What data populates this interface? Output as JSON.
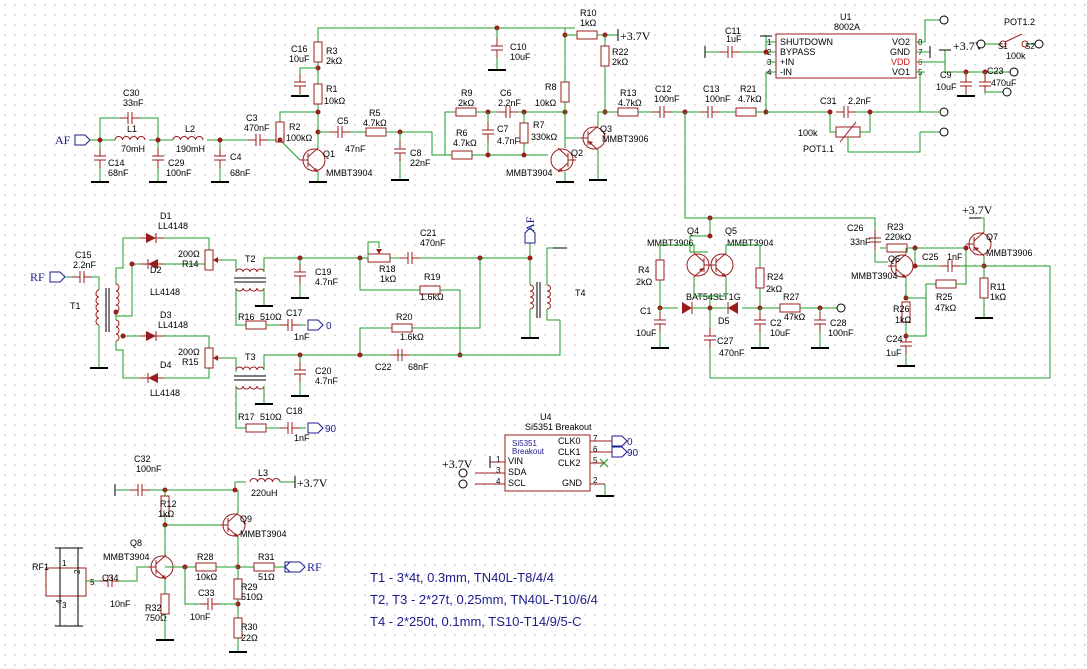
{
  "nets": {
    "af": "AF",
    "rf": "RF",
    "zero": "0",
    "ninety": "90",
    "vcc": "+3.7V"
  },
  "components": {
    "c30": {
      "ref": "C30",
      "val": "33nF"
    },
    "l1": {
      "ref": "L1",
      "val": "70mH"
    },
    "l2": {
      "ref": "L2",
      "val": "190mH"
    },
    "c14": {
      "ref": "C14",
      "val": "68nF"
    },
    "c29": {
      "ref": "C29",
      "val": "100nF"
    },
    "c4": {
      "ref": "C4",
      "val": "68nF"
    },
    "c3": {
      "ref": "C3",
      "val": "470nF"
    },
    "r2": {
      "ref": "R2",
      "val": "100kΩ"
    },
    "q1": {
      "ref": "Q1",
      "val": "MMBT3904"
    },
    "c16": {
      "ref": "C16",
      "val": "10uF"
    },
    "r3": {
      "ref": "R3",
      "val": "2kΩ"
    },
    "r1": {
      "ref": "R1",
      "val": "10kΩ"
    },
    "c5": {
      "ref": "C5",
      "val": "47nF"
    },
    "r5": {
      "ref": "R5",
      "val": "4.7kΩ"
    },
    "c8": {
      "ref": "C8",
      "val": "22nF"
    },
    "c10": {
      "ref": "C10",
      "val": "10uF"
    },
    "r9": {
      "ref": "R9",
      "val": "2kΩ"
    },
    "c6": {
      "ref": "C6",
      "val": "2.2nF"
    },
    "r8": {
      "ref": "R8",
      "val": "10kΩ"
    },
    "r6": {
      "ref": "R6",
      "val": "4.7kΩ"
    },
    "c7": {
      "ref": "C7",
      "val": "4.7nF"
    },
    "r7": {
      "ref": "R7",
      "val": "330kΩ"
    },
    "q2": {
      "ref": "Q2",
      "val": "MMBT3904"
    },
    "r10": {
      "ref": "R10",
      "val": "1kΩ"
    },
    "r22": {
      "ref": "R22",
      "val": "2kΩ"
    },
    "q3": {
      "ref": "Q3",
      "val": "MMBT3906"
    },
    "r13": {
      "ref": "R13",
      "val": "4.7kΩ"
    },
    "c12": {
      "ref": "C12",
      "val": "100nF"
    },
    "c13": {
      "ref": "C13",
      "val": "100nF"
    },
    "r21": {
      "ref": "R21",
      "val": "4.7kΩ"
    },
    "c11": {
      "ref": "C11",
      "val": "1uF"
    },
    "u1": {
      "ref": "U1",
      "val": "8002A",
      "left_pins": [
        {
          "num": "1",
          "name": "SHUTDOWN"
        },
        {
          "num": "2",
          "name": "BYPASS"
        },
        {
          "num": "3",
          "name": "+IN"
        },
        {
          "num": "4",
          "name": "-IN"
        }
      ],
      "right_pins": [
        {
          "num": "8",
          "name": "VO2"
        },
        {
          "num": "7",
          "name": "GND"
        },
        {
          "num": "6",
          "name": "VDD"
        },
        {
          "num": "5",
          "name": "VO1"
        }
      ]
    },
    "c31": {
      "ref": "C31",
      "val": "2.2nF"
    },
    "pot11": {
      "ref": "POT1.1",
      "val": "100k"
    },
    "c9": {
      "ref": "C9",
      "val": "10uF"
    },
    "c23": {
      "ref": "C23",
      "val": "470uF"
    },
    "pot12": {
      "ref": "POT1.2",
      "val": "100k",
      "s1": "S1",
      "s2": "S2"
    },
    "d1": {
      "ref": "D1",
      "val": "LL4148"
    },
    "d2": {
      "ref": "D2",
      "val": "LL4148"
    },
    "d3": {
      "ref": "D3",
      "val": "LL4148"
    },
    "d4": {
      "ref": "D4",
      "val": "LL4148"
    },
    "r14": {
      "ref": "R14",
      "val": "200Ω"
    },
    "r15": {
      "ref": "R15",
      "val": "200Ω"
    },
    "c15": {
      "ref": "C15",
      "val": "2.2nF"
    },
    "t1": {
      "ref": "T1"
    },
    "t2": {
      "ref": "T2"
    },
    "t3": {
      "ref": "T3"
    },
    "t4": {
      "ref": "T4"
    },
    "c19": {
      "ref": "C19",
      "val": "4.7nF"
    },
    "c20": {
      "ref": "C20",
      "val": "4.7nF"
    },
    "r16": {
      "ref": "R16",
      "val": "510Ω"
    },
    "c17": {
      "ref": "C17",
      "val": "1nF"
    },
    "r17": {
      "ref": "R17",
      "val": "510Ω"
    },
    "c18": {
      "ref": "C18",
      "val": "1nF"
    },
    "r18": {
      "ref": "R18",
      "val": "1kΩ"
    },
    "c21": {
      "ref": "C21",
      "val": "470nF"
    },
    "r19": {
      "ref": "R19",
      "val": "1.6kΩ"
    },
    "r20": {
      "ref": "R20",
      "val": "1.6kΩ"
    },
    "c22": {
      "ref": "C22",
      "val": "68nF"
    },
    "q4": {
      "ref": "Q4",
      "val": "MMBT3906"
    },
    "q5": {
      "ref": "Q5",
      "val": "MMBT3904"
    },
    "r4": {
      "ref": "R4",
      "val": "2kΩ"
    },
    "r24": {
      "ref": "R24",
      "val": "2kΩ"
    },
    "d5": {
      "ref": "D5",
      "val": "BAT54SLT1G"
    },
    "c1": {
      "ref": "C1",
      "val": "10uF"
    },
    "c2": {
      "ref": "C2",
      "val": "10uF"
    },
    "r27": {
      "ref": "R27",
      "val": "47kΩ"
    },
    "c28": {
      "ref": "C28",
      "val": "100nF"
    },
    "c27": {
      "ref": "C27",
      "val": "470nF"
    },
    "c26": {
      "ref": "C26",
      "val": "33nF"
    },
    "r23": {
      "ref": "R23",
      "val": "220kΩ"
    },
    "q6": {
      "ref": "Q6",
      "val": "MMBT3904"
    },
    "q7": {
      "ref": "Q7",
      "val": "MMBT3906"
    },
    "c25": {
      "ref": "C25",
      "val": "1nF"
    },
    "r25": {
      "ref": "R25",
      "val": "47kΩ"
    },
    "r11": {
      "ref": "R11",
      "val": "1kΩ"
    },
    "r26": {
      "ref": "R26",
      "val": "1kΩ"
    },
    "c24": {
      "ref": "C24",
      "val": "1uF"
    },
    "u4": {
      "ref": "U4",
      "val": "Si5351 Breakout",
      "inner": "Si5351\nBreakout",
      "left_pins": [
        {
          "num": "1",
          "name": "VIN"
        },
        {
          "num": "3",
          "name": "SDA"
        },
        {
          "num": "4",
          "name": "SCL"
        }
      ],
      "right_pins": [
        {
          "num": "7",
          "name": "CLK0"
        },
        {
          "num": "6",
          "name": "CLK1"
        },
        {
          "num": "5",
          "name": "CLK2"
        },
        {
          "num": "2",
          "name": "GND"
        }
      ]
    },
    "c32": {
      "ref": "C32",
      "val": "100nF"
    },
    "r12": {
      "ref": "R12",
      "val": "1kΩ"
    },
    "l3": {
      "ref": "L3",
      "val": "220uH"
    },
    "q9": {
      "ref": "Q9",
      "val": "MMBT3904"
    },
    "q8": {
      "ref": "Q8",
      "val": "MMBT3904"
    },
    "r28": {
      "ref": "R28",
      "val": "10kΩ"
    },
    "r31": {
      "ref": "R31",
      "val": "51Ω"
    },
    "c34": {
      "ref": "C34",
      "val": "10nF"
    },
    "r32": {
      "ref": "R32",
      "val": "750Ω"
    },
    "c33": {
      "ref": "C33",
      "val": "10nF"
    },
    "r29": {
      "ref": "R29",
      "val": "510Ω"
    },
    "r30": {
      "ref": "R30",
      "val": "22Ω"
    },
    "rf1": {
      "ref": "RF1",
      "pins": [
        "1",
        "2",
        "3",
        "4",
        "5"
      ]
    }
  },
  "notes": [
    "T1 - 3*4t, 0.3mm, TN40L-T8/4/4",
    "T2, T3 - 2*27t, 0.25mm, TN40L-T10/6/4",
    "T4 - 2*250t, 0.1mm, TS10-T14/9/5-C"
  ]
}
